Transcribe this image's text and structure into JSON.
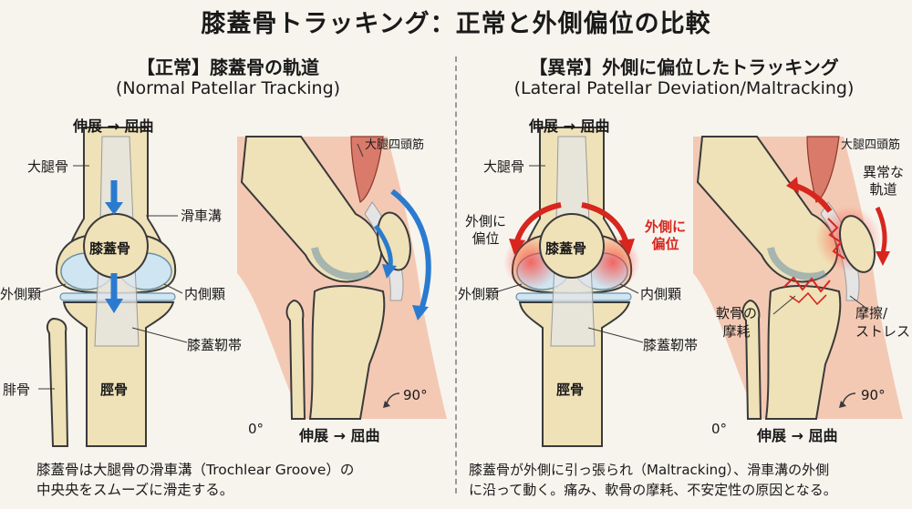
{
  "title": "膝蓋骨トラッキング：正常と外側偏位の比較",
  "normal": {
    "heading": "【正常】膝蓋骨の軌道",
    "subheading": "(Normal Patellar Tracking)",
    "front_axis": "伸展 → 屈曲",
    "labels": {
      "femur": "大腿骨",
      "trochlear": "滑車溝",
      "patella": "膝蓋骨",
      "lateral_condyle": "外側顆",
      "medial_condyle": "内側顆",
      "patellar_ligament": "膝蓋靭帯",
      "fibula": "腓骨",
      "tibia": "脛骨",
      "quadriceps": "大腿四頭筋",
      "angle_90": "90°",
      "angle_0": "0°",
      "side_axis": "伸展 → 屈曲"
    },
    "caption_lines": [
      "膝蓋骨は大腿骨の滑車溝（Trochlear Groove）の",
      "中央央をスムーズに滑走する。"
    ]
  },
  "abnormal": {
    "heading": "【異常】外側に偏位したトラッキング",
    "subheading": "(Lateral Patellar Deviation/Maltracking)",
    "front_axis": "伸展 → 屈曲",
    "labels": {
      "femur": "大腿骨",
      "lateral_shift_line1": "外側に",
      "lateral_shift_line2": "偏位",
      "red_shift_line1": "外側に",
      "red_shift_line2": "偏位",
      "patella": "膝蓋骨",
      "lateral_condyle": "外側顆",
      "medial_condyle": "内側顆",
      "patellar_ligament": "膝蓋靭帯",
      "tibia": "脛骨",
      "quadriceps": "大腿四頭筋",
      "abnormal_track_line1": "異常な",
      "abnormal_track_line2": "軌道",
      "cartilage_line1": "軟骨の",
      "cartilage_line2": "摩耗",
      "stress_line1": "摩擦/",
      "stress_line2": "ストレス",
      "angle_90": "90°",
      "angle_0": "0°",
      "side_axis": "伸展 → 屈曲"
    },
    "caption_lines": [
      "膝蓋骨が外側に引っ張られ（Maltracking）、滑車溝の外側",
      "に沿って動く。痛み、軟骨の摩耗、不安定性の原因となる。"
    ]
  },
  "colors": {
    "bone": "#efe2b8",
    "bone_stroke": "#3a3a3a",
    "cartilage": "#cfe6f2",
    "ligament": "#e4e4e4",
    "muscle": "#d97a6a",
    "skin": "#f4c9b4",
    "arrow_normal": "#2a7bd0",
    "arrow_abnormal": "#d7261e"
  }
}
